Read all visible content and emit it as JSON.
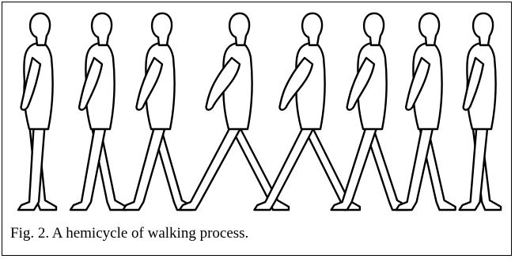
{
  "figure": {
    "caption": "Fig. 2. A hemicycle of walking process.",
    "illustration_description": "Eight outline silhouettes of a human figure walking to the left, showing stride phases"
  },
  "colors": {
    "line": "#000000",
    "background": "#ffffff"
  },
  "silhouettes": [
    {
      "phase": "standing",
      "stride": 0.0
    },
    {
      "phase": "lift",
      "stride": 0.25
    },
    {
      "phase": "step",
      "stride": 0.45
    },
    {
      "phase": "wide-stride",
      "stride": 1.0
    },
    {
      "phase": "wide-stride",
      "stride": 0.95
    },
    {
      "phase": "step",
      "stride": 0.55
    },
    {
      "phase": "lift",
      "stride": 0.3
    },
    {
      "phase": "standing",
      "stride": 0.05
    }
  ]
}
